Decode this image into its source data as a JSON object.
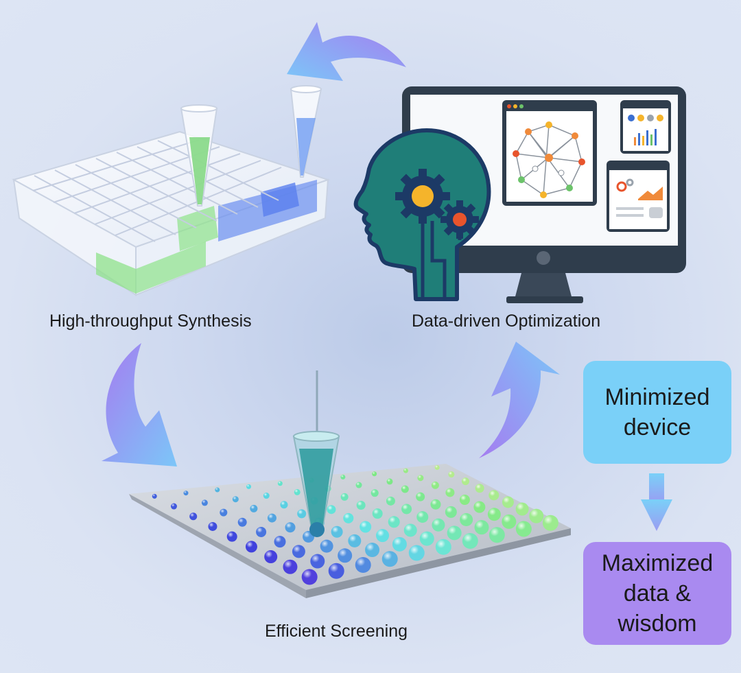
{
  "labels": {
    "synthesis": "High-throughput Synthesis",
    "optimization": "Data-driven Optimization",
    "screening": "Efficient Screening"
  },
  "side_panel": {
    "top_box_lines": [
      "Minimized",
      "device"
    ],
    "bottom_box_lines": [
      "Maximized",
      "data &",
      "wisdom"
    ]
  },
  "colors": {
    "background": "#d7e0f1",
    "top_box": "#7ad0f8",
    "bottom_box": "#a98af0",
    "arrow_start": "#a57cf0",
    "arrow_end": "#7cc6f8",
    "head": "#1f7e78",
    "gear_outer": "#1c3a66",
    "gear_center_1": "#f5b42b",
    "gear_center_2": "#e8542c",
    "monitor": "#2f3d4c",
    "well_green": "#8fe28a",
    "well_blue": "#6b8ff0"
  },
  "icons": [
    "cycle-arrow-icon",
    "monitor-icon",
    "head-gears-icon",
    "pipette-icon",
    "well-plate-icon",
    "droplet-array-icon",
    "down-arrow-icon"
  ]
}
